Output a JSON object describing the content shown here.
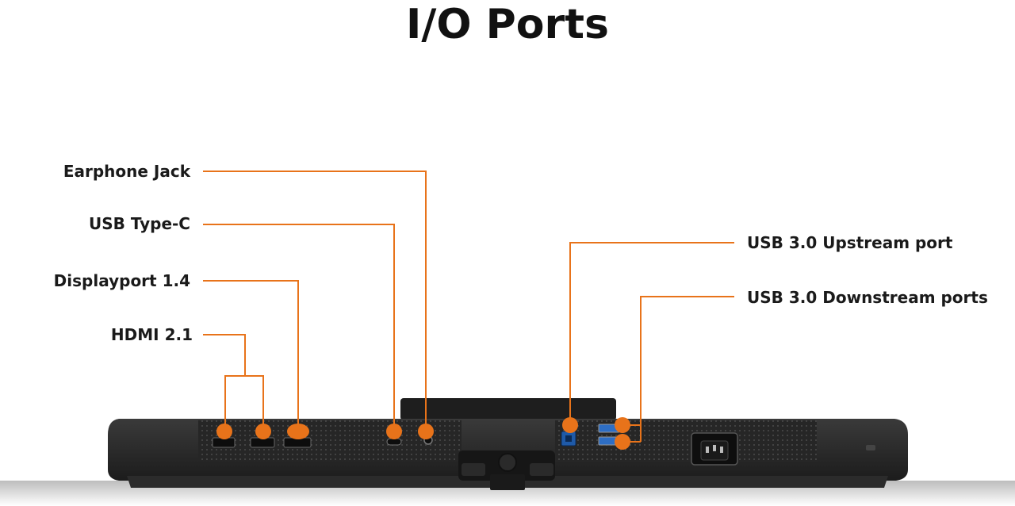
{
  "title": "I/O Ports",
  "accent_color": "#e8731a",
  "labels": {
    "earphone_jack": "Earphone Jack",
    "usb_type_c": "USB Type-C",
    "displayport": "Displayport 1.4",
    "hdmi": "HDMI 2.1",
    "usb_upstream": "USB 3.0 Upstream port",
    "usb_downstream": "USB 3.0 Downstream ports"
  }
}
